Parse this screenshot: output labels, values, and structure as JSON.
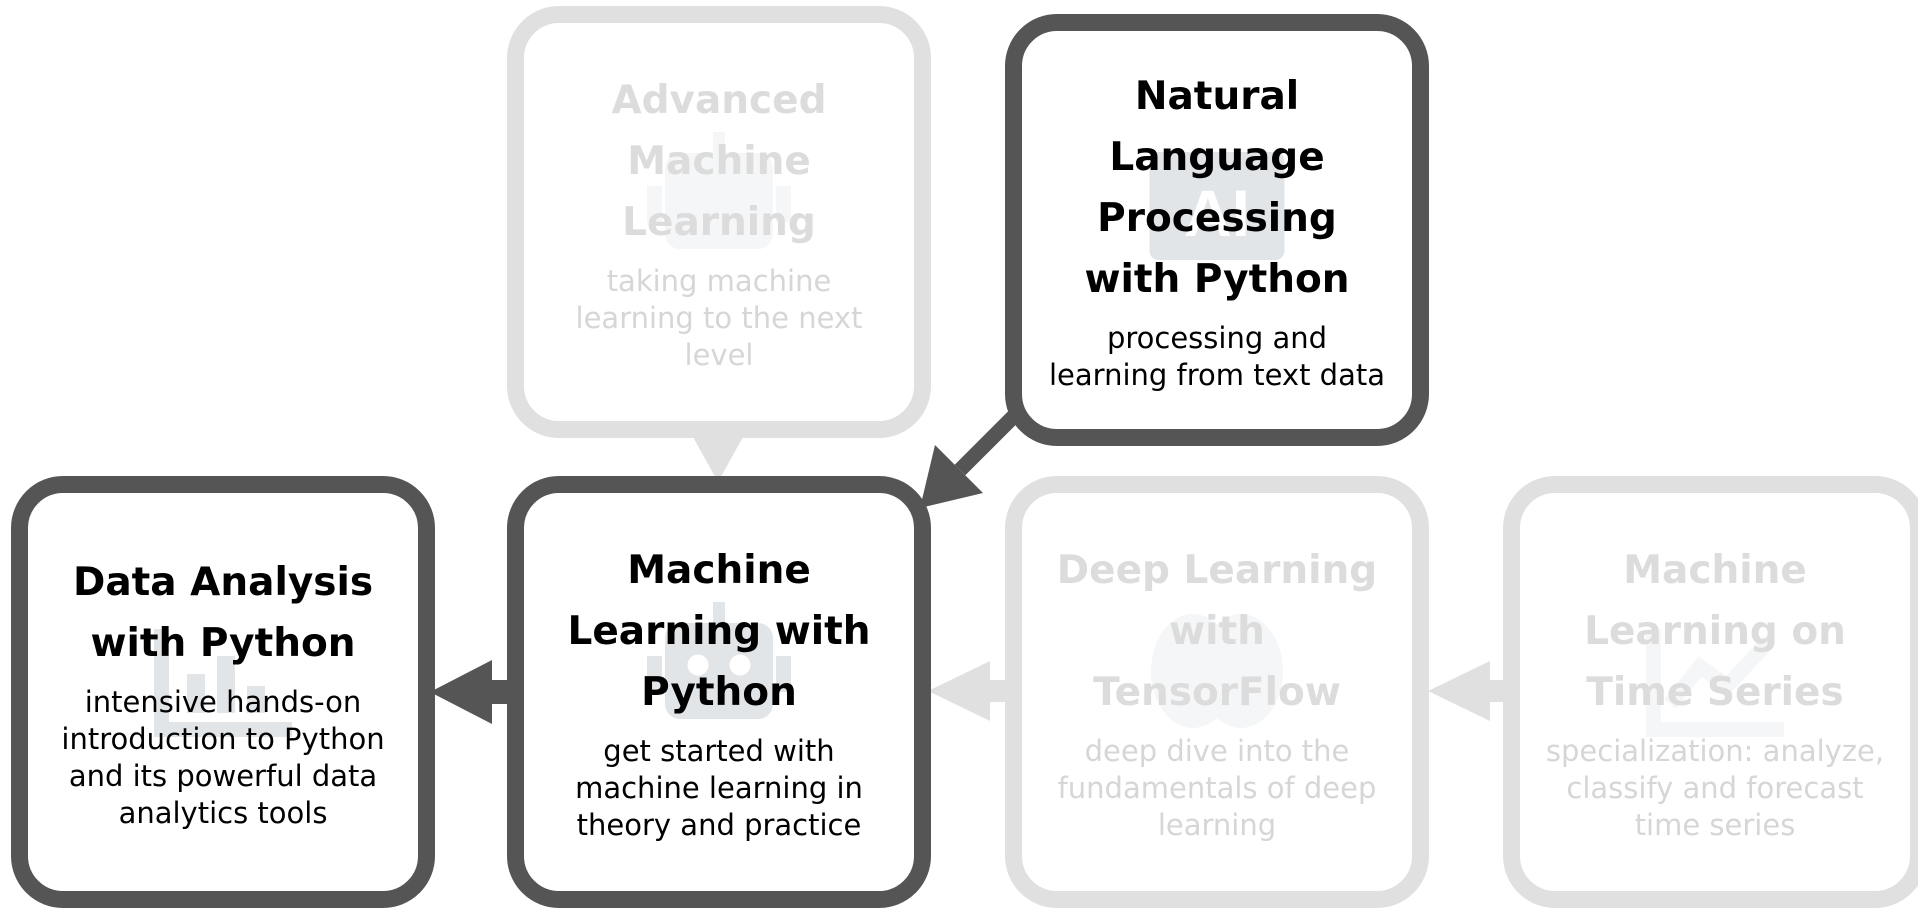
{
  "nodes": [
    {
      "id": "advanced-ml",
      "title": "Advanced Machine Learning",
      "description": "taking machine learning to the next level",
      "state": "faded",
      "icon": "robot-icon"
    },
    {
      "id": "nlp-python",
      "title": "Natural Language Processing with Python",
      "description": "processing and learning from text data",
      "state": "active",
      "icon": "ai-chip-icon"
    },
    {
      "id": "data-analysis",
      "title": "Data Analysis with Python",
      "description": "intensive hands-on introduction to Python and its powerful data analytics tools",
      "state": "active",
      "icon": "bar-chart-icon"
    },
    {
      "id": "ml-python",
      "title": "Machine Learning with Python",
      "description": "get started with machine learning in theory and practice",
      "state": "active",
      "icon": "robot-icon"
    },
    {
      "id": "dl-tensorflow",
      "title": "Deep Learning with TensorFlow",
      "description": "deep dive into the fundamentals of deep learning",
      "state": "faded",
      "icon": "brain-icon"
    },
    {
      "id": "ml-time-series",
      "title": "Machine Learning on Time Series",
      "description": "specialization: analyze, classify and forecast time series",
      "state": "faded",
      "icon": "line-chart-icon"
    }
  ],
  "edges": [
    {
      "from": "advanced-ml",
      "to": "ml-python",
      "state": "faded"
    },
    {
      "from": "nlp-python",
      "to": "ml-python",
      "state": "active"
    },
    {
      "from": "ml-python",
      "to": "data-analysis",
      "state": "active"
    },
    {
      "from": "dl-tensorflow",
      "to": "ml-python",
      "state": "faded"
    },
    {
      "from": "ml-time-series",
      "to": "dl-tensorflow",
      "state": "faded"
    }
  ],
  "colors": {
    "active": "#555555",
    "faded": "#e0e0e0",
    "icon_active": "#c9d1d6",
    "icon_faded": "#e3e8eb"
  }
}
